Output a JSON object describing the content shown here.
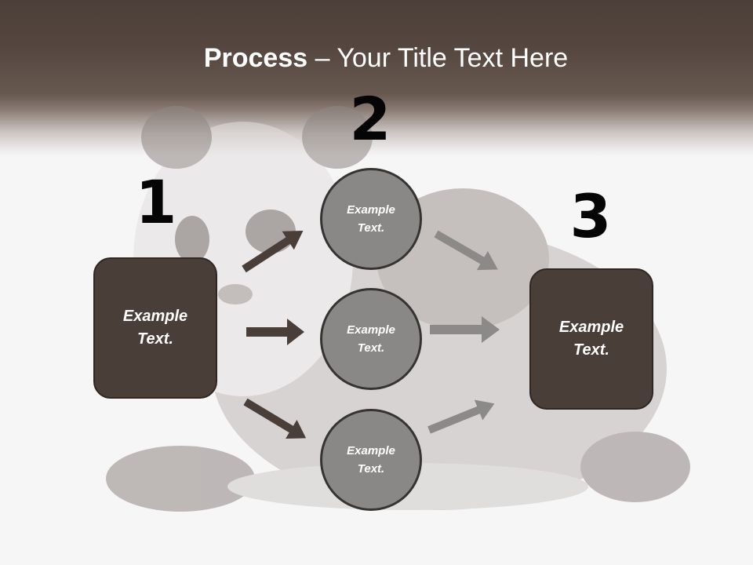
{
  "slide": {
    "title_bold": "Process",
    "title_rest": " – Your Title Text Here",
    "colors": {
      "header": "#4c3f39",
      "box_fill": "#4a3e38",
      "circle_fill": "#8a8887",
      "dark_arrow": "#4a3e38",
      "light_arrow": "#8c8a89"
    }
  },
  "steps": {
    "one": "1",
    "two": "2",
    "three": "3"
  },
  "left_box": {
    "text": "Example\nText."
  },
  "right_box": {
    "text": "Example\nText."
  },
  "circles": [
    {
      "text": "Example\nText."
    },
    {
      "text": "Example\nText."
    },
    {
      "text": "Example\nText."
    }
  ],
  "arrows": {
    "incoming_icon": "arrow-icon",
    "outgoing_icon": "arrow-icon"
  }
}
